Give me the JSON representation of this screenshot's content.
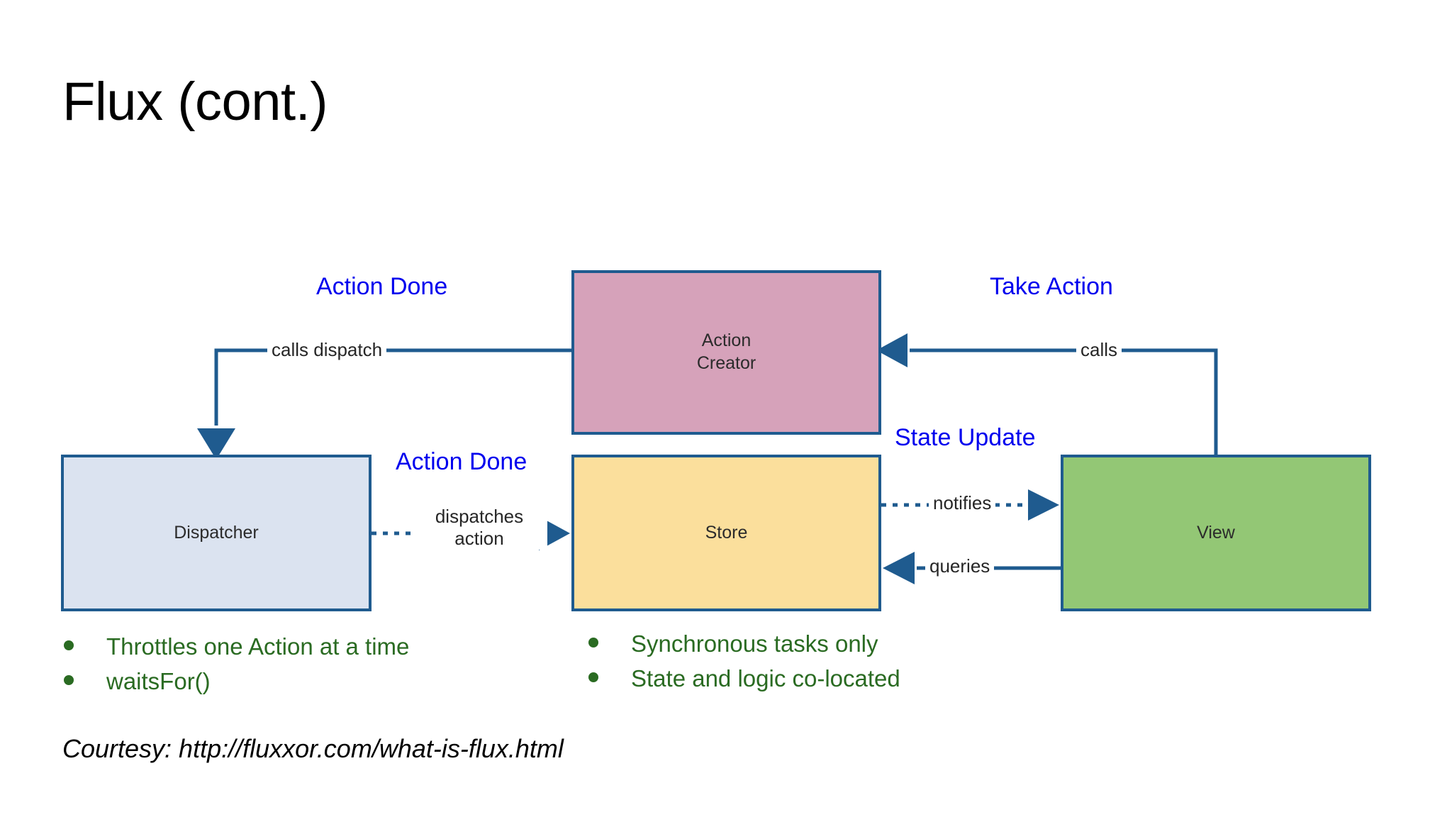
{
  "slide": {
    "title": "Flux (cont.)",
    "courtesy": "Courtesy: http://fluxxor.com/what-is-flux.html"
  },
  "diagram": {
    "nodes": [
      {
        "id": "action-creator",
        "label": "Action\nCreator",
        "fill": "#d6a2ba",
        "border": "#1f5b8f"
      },
      {
        "id": "dispatcher",
        "label": "Dispatcher",
        "fill": "#dbe3f0",
        "border": "#1f5b8f"
      },
      {
        "id": "store",
        "label": "Store",
        "fill": "#fbdf9c",
        "border": "#1f5b8f"
      },
      {
        "id": "view",
        "label": "View",
        "fill": "#93c775",
        "border": "#1f5b8f"
      }
    ],
    "edge_labels": {
      "calls_dispatch": "calls dispatch",
      "calls": "calls",
      "dispatches_action": "dispatches\naction",
      "notifies": "notifies",
      "queries": "queries"
    },
    "annotations": {
      "action_done_top": "Action Done",
      "take_action": "Take Action",
      "action_done_mid": "Action Done",
      "state_update": "State Update"
    },
    "colors": {
      "annotation_blue": "#0000ee",
      "edge_stroke": "#1f5b8f",
      "edge_text": "#262626"
    }
  },
  "bullets": {
    "dispatcher": [
      "Throttles one Action at a time",
      "waitsFor()"
    ],
    "store": [
      "Synchronous tasks only",
      "State and logic co-located"
    ],
    "color": "#2a6b22"
  }
}
